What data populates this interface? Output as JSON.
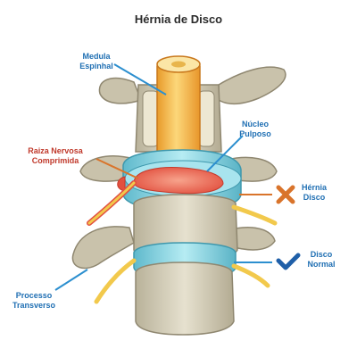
{
  "title": "Hérnia de Disco",
  "labels": {
    "spinal_cord": [
      "Medula",
      "Espinhal"
    ],
    "nerve_root": [
      "Raiza Nervosa",
      "Comprimida"
    ],
    "nucleus": [
      "Núcleo",
      "Pulposo"
    ],
    "herniated": [
      "Hérnia",
      "Disco"
    ],
    "normal": [
      "Disco",
      "Normal"
    ],
    "transverse": [
      "Processo",
      "Transverso"
    ]
  },
  "colors": {
    "blue_label": "#1f6fb3",
    "red_label": "#c0392b",
    "bone": "#d8d2bf",
    "disc": "#8fd3e0",
    "nerve": "#f2c94c",
    "herniation": "#e8614f",
    "cross_icon": "#d9742b",
    "check_icon": "#1f5fa8"
  },
  "icons": {
    "herniated": "cross-icon",
    "normal": "check-icon"
  }
}
